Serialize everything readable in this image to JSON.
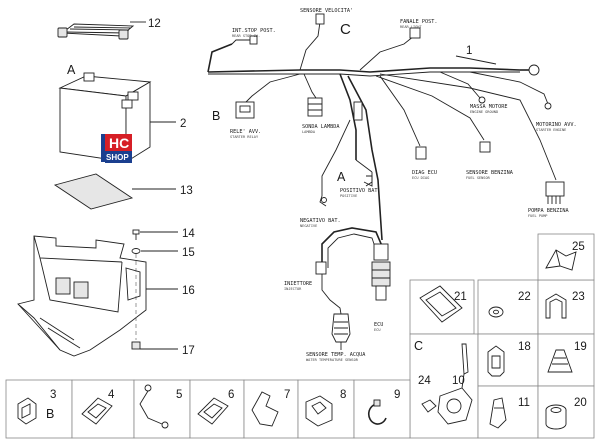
{
  "part_numbers": {
    "p1": "1",
    "p2": "2",
    "p3": "3",
    "p4": "4",
    "p5": "5",
    "p6": "6",
    "p7": "7",
    "p8": "8",
    "p9": "9",
    "p10": "10",
    "p11": "11",
    "p12": "12",
    "p13": "13",
    "p14": "14",
    "p15": "15",
    "p16": "16",
    "p17": "17",
    "p18": "18",
    "p19": "19",
    "p20": "20",
    "p21": "21",
    "p22": "22",
    "p23": "23",
    "p24": "24",
    "p25": "25"
  },
  "letters": {
    "A": "A",
    "B": "B",
    "C": "C"
  },
  "connector_labels": {
    "sensor_speed": {
      "main": "SENSORE VELOCITA'"
    },
    "int_stop": {
      "main": "INT.STOP POST.",
      "sub": "REAR STOP SW."
    },
    "tail_light": {
      "main": "FANALE POST.",
      "sub": "REAR LIGHT"
    },
    "relay": {
      "main": "RELE' AVV.",
      "sub": "STARTER RELAY"
    },
    "lambda": {
      "main": "SONDA LAMBDA",
      "sub": "LAMBDA"
    },
    "engine_ground": {
      "main": "MASSA MOTORE",
      "sub": "ENGINE GROUND"
    },
    "starter_motor": {
      "main": "MOTORINO AVV.",
      "sub": "STARTER ENGINE"
    },
    "ecu_diag": {
      "main": "DIAG ECU",
      "sub": "ECU DIAG"
    },
    "fuel_sensor": {
      "main": "SENSORE BENZINA",
      "sub": "FUEL SENSOR"
    },
    "fuel_pump": {
      "main": "POMPA BENZINA",
      "sub": "FUEL PUMP"
    },
    "positive": {
      "main": "POSITIVO BAT.",
      "sub": "POSITIVE"
    },
    "negative": {
      "main": "NEGATIVO BAT.",
      "sub": "NEGATIVE"
    },
    "injector": {
      "main": "INIETTORE",
      "sub": "INJECTOR"
    },
    "ecu": {
      "main": "ECU",
      "sub": "ECU"
    },
    "water_temp": {
      "main": "SENSORE TEMP. ACQUA",
      "sub": "WATER TEMPERATURE SENSOR"
    }
  },
  "watermark": {
    "line1": "HC",
    "line2": "SHOP"
  }
}
